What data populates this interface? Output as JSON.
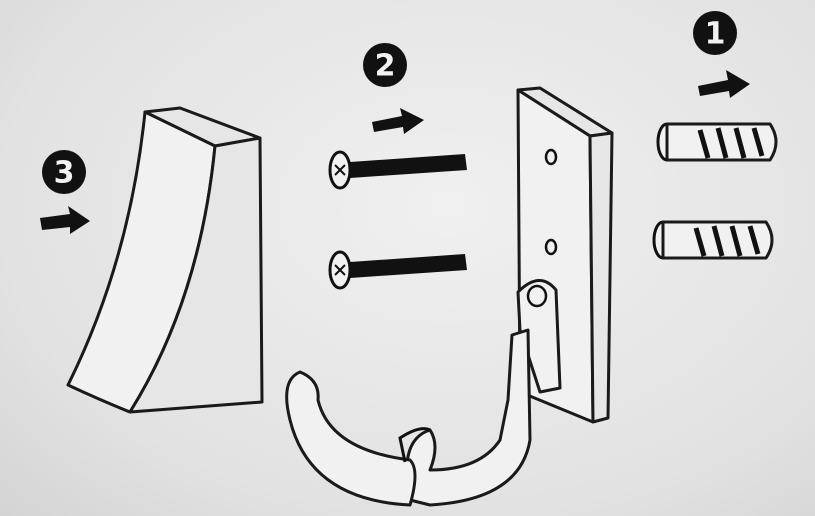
{
  "steps": [
    {
      "label": "1"
    },
    {
      "label": "2"
    },
    {
      "label": "3"
    }
  ],
  "colors": {
    "ink": "#1a1a1a",
    "paper": "#ececec"
  }
}
